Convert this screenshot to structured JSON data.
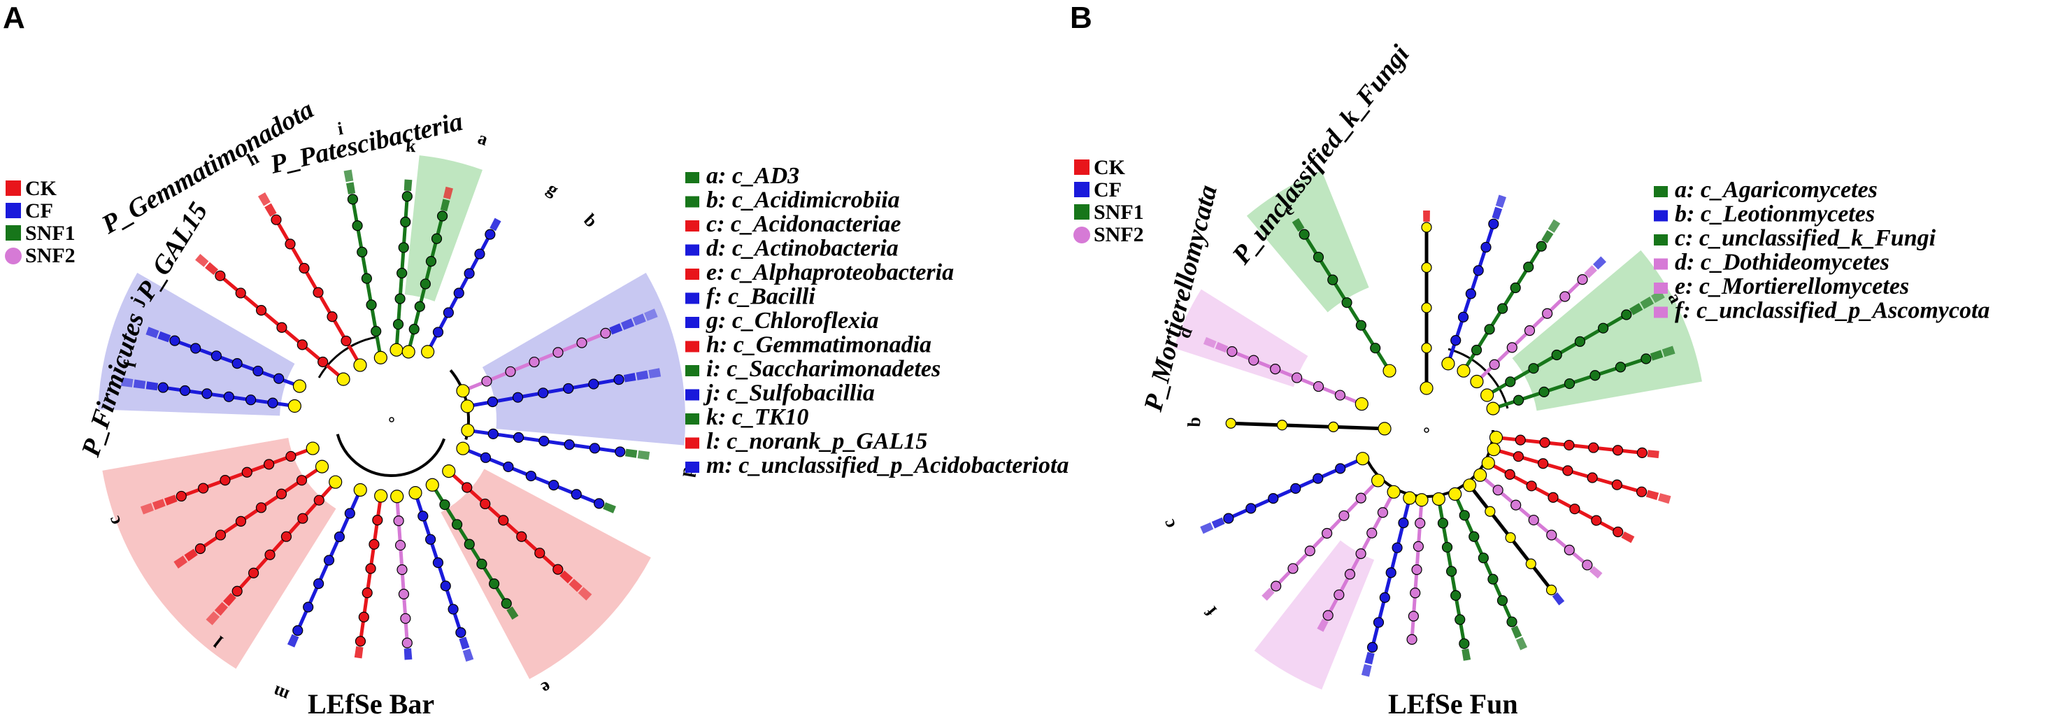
{
  "colors": {
    "CK": "#e8151b",
    "CF": "#1a1adb",
    "SNF1": "#17761a",
    "SNF2": "#d67ad6",
    "node_plain": "#ffee00",
    "bg_CK": "#f6b1b1",
    "bg_CF": "#b5b5ee",
    "bg_SNF1": "#a9ddab",
    "bg_SNF2": "#f0c8f0"
  },
  "panelA": {
    "letter": "A",
    "title": "LEfSe Bar",
    "legend": [
      {
        "group": "CK",
        "label": "CK",
        "shape": "square"
      },
      {
        "group": "CF",
        "label": "CF",
        "shape": "square"
      },
      {
        "group": "SNF1",
        "label": "SNF1",
        "shape": "square"
      },
      {
        "group": "SNF2",
        "label": "SNF2",
        "shape": "circle"
      }
    ],
    "keys": [
      {
        "group": "SNF1",
        "text": "a: c_AD3"
      },
      {
        "group": "SNF1",
        "text": "b: c_Acidimicrobiia"
      },
      {
        "group": "CK",
        "text": "c: c_Acidonacteriae"
      },
      {
        "group": "CF",
        "text": "d: c_Actinobacteria"
      },
      {
        "group": "CK",
        "text": "e: c_Alphaproteobacteria"
      },
      {
        "group": "CF",
        "text": "f: c_Bacilli"
      },
      {
        "group": "CF",
        "text": "g: c_Chloroflexia"
      },
      {
        "group": "CK",
        "text": "h: c_Gemmatimonadia"
      },
      {
        "group": "SNF1",
        "text": "i: c_Saccharimonadetes"
      },
      {
        "group": "CF",
        "text": "j: c_Sulfobacillia"
      },
      {
        "group": "SNF1",
        "text": "k: c_TK10"
      },
      {
        "group": "CK",
        "text": "l: c_norank_p_GAL15"
      },
      {
        "group": "CF",
        "text": "m: c_unclassified_p_Acidobacteriota"
      }
    ],
    "phyla": [
      "P_Firmicutes",
      "P_GAL15",
      "P_Gemmatimonadota",
      "P_Patescibacteria"
    ],
    "tips": [
      "a",
      "b",
      "c",
      "d",
      "e",
      "f",
      "g",
      "h",
      "i",
      "j",
      "k",
      "l",
      "m"
    ]
  },
  "panelB": {
    "letter": "B",
    "title": "LEfSe Fun",
    "legend": [
      {
        "group": "CK",
        "label": "CK",
        "shape": "square"
      },
      {
        "group": "CF",
        "label": "CF",
        "shape": "square"
      },
      {
        "group": "SNF1",
        "label": "SNF1",
        "shape": "square"
      },
      {
        "group": "SNF2",
        "label": "SNF2",
        "shape": "circle"
      }
    ],
    "keys": [
      {
        "group": "SNF1",
        "text": "a: c_Agaricomycetes"
      },
      {
        "group": "CF",
        "text": "b: c_Leotionmycetes"
      },
      {
        "group": "SNF1",
        "text": "c: c_unclassified_k_Fungi"
      },
      {
        "group": "SNF2",
        "text": "d: c_Dothideomycetes"
      },
      {
        "group": "SNF2",
        "text": "e: c_Mortierellomycetes"
      },
      {
        "group": "SNF2",
        "text": "f: c_unclassified_p_Ascomycota"
      }
    ],
    "phyla": [
      "P_Mortierellomycata",
      "P_unclassified_k_Fungi"
    ],
    "tips": [
      "a",
      "b",
      "c",
      "d",
      "e",
      "f"
    ]
  }
}
